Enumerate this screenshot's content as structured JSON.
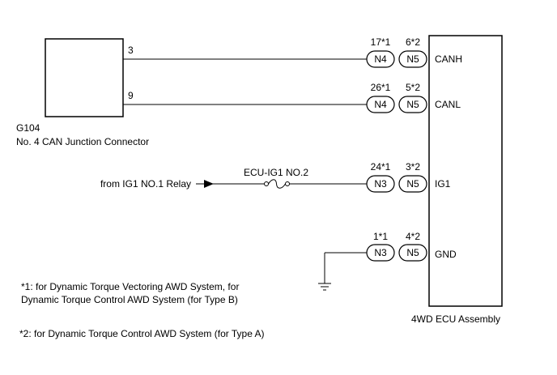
{
  "junction_connector": {
    "code": "G104",
    "name": "No. 4 CAN Junction Connector",
    "pin_canh": "3",
    "pin_canl": "9"
  },
  "ecu": {
    "name": "4WD ECU Assembly"
  },
  "source": {
    "label": "from IG1 NO.1 Relay",
    "fuse": "ECU-IG1 NO.2"
  },
  "rows": [
    {
      "terminal": "CANH",
      "conn1": "N4",
      "pin1": "17*1",
      "conn2": "N5",
      "pin2": "6*2"
    },
    {
      "terminal": "CANL",
      "conn1": "N4",
      "pin1": "26*1",
      "conn2": "N5",
      "pin2": "5*2"
    },
    {
      "terminal": "IG1",
      "conn1": "N3",
      "pin1": "24*1",
      "conn2": "N5",
      "pin2": "3*2"
    },
    {
      "terminal": "GND",
      "conn1": "N3",
      "pin1": "1*1",
      "conn2": "N5",
      "pin2": "4*2"
    }
  ],
  "notes": {
    "note1_line1": "*1: for Dynamic Torque Vectoring AWD System, for",
    "note1_line2": "Dynamic Torque Control AWD System (for Type B)",
    "note2": "*2: for Dynamic Torque Control AWD System (for Type A)"
  },
  "colors": {
    "line": "#000000",
    "background": "#ffffff"
  }
}
